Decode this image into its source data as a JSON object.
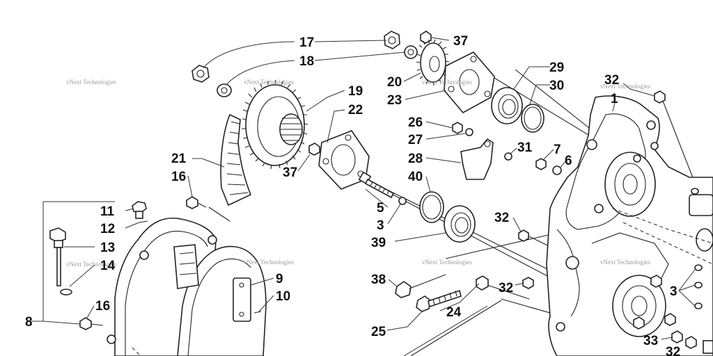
{
  "watermark": "vNext Technologies",
  "labels": {
    "l17": "17",
    "l18": "18",
    "l37a": "37",
    "l20": "20",
    "l23": "23",
    "l29": "29",
    "l30": "30",
    "l32a": "32",
    "l1": "1",
    "l19": "19",
    "l22": "22",
    "l26": "26",
    "l27": "27",
    "l28": "28",
    "l31": "31",
    "l7": "7",
    "l6": "6",
    "l21": "21",
    "l16a": "16",
    "l37b": "37",
    "l40": "40",
    "l5": "5",
    "l3a": "3",
    "l39": "39",
    "l32b": "32",
    "l11": "11",
    "l12": "12",
    "l13": "13",
    "l14": "14",
    "l8": "8",
    "l16b": "16",
    "l9": "9",
    "l10": "10",
    "l38": "38",
    "l24": "24",
    "l32c": "32",
    "l25": "25",
    "l3b": "3",
    "l33": "33",
    "l32d": "32"
  }
}
